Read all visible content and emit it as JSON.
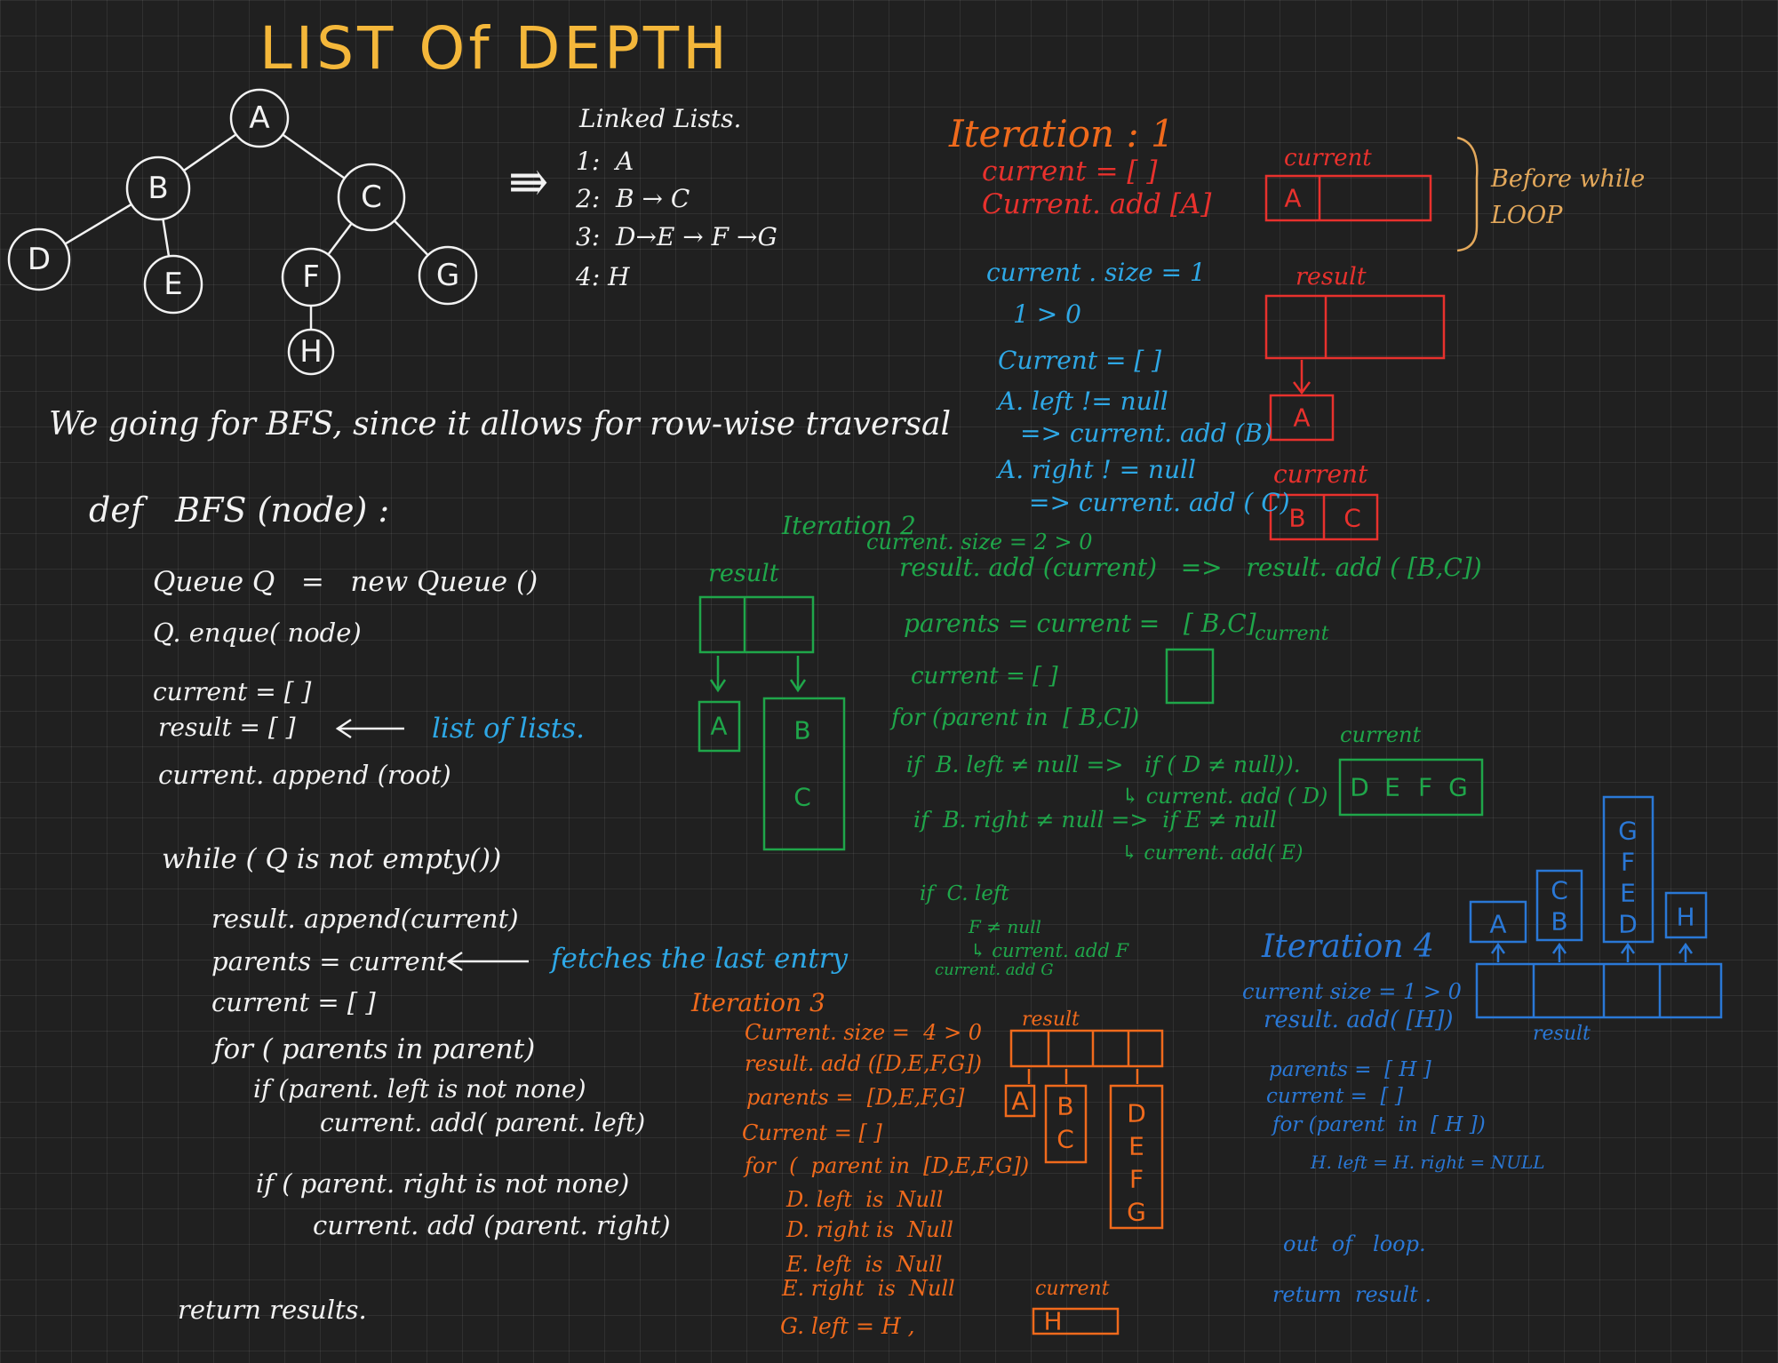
{
  "title": "LIST Of DEPTH",
  "tree": {
    "nodes": [
      "A",
      "B",
      "C",
      "D",
      "E",
      "F",
      "G",
      "H"
    ],
    "edges": [
      [
        "A",
        "B"
      ],
      [
        "A",
        "C"
      ],
      [
        "B",
        "D"
      ],
      [
        "B",
        "E"
      ],
      [
        "C",
        "F"
      ],
      [
        "C",
        "G"
      ],
      [
        "F",
        "H"
      ]
    ]
  },
  "arrow_glyph": "⇛",
  "linked_lists": {
    "heading": "Linked Lists.",
    "lines": [
      "1:  A",
      "2:  B → C",
      "3:  D→E → F →G",
      "4: H"
    ]
  },
  "intro": "We going for BFS, since it allows for row-wise traversal",
  "code": {
    "def_line": "def   BFS (node) :",
    "lines": [
      "Queue Q   =   new Queue ()",
      "Q. enque( node)",
      "current = [ ]",
      "result = [ ]",
      "current. append (root)",
      "while ( Q is not empty())",
      "result. append(current)",
      "parents = current",
      "current = [ ]",
      "for ( parents in parent)",
      "if (parent. left is not none)",
      "current. add( parent. left)",
      "if ( parent. right is not none)",
      "current. add (parent. right)",
      "return results."
    ],
    "note_lists": "list of lists.",
    "note_last": "fetches the last entry"
  },
  "iteration1": {
    "heading": "Iteration : 1",
    "red_lines": [
      "current = [ ]",
      "Current. add [A]"
    ],
    "blue_lines": [
      "current . size = 1",
      "1 > 0",
      "Current = [ ]",
      "A. left != null",
      "=> current. add (B)",
      "A. right ! = null",
      "=> current. add ( C)"
    ],
    "label_current": "current",
    "label_result": "result",
    "before_loop": "Before while\nLOOP",
    "cells_first": [
      "A"
    ],
    "cells_second": [
      "B",
      "C"
    ]
  },
  "iteration2": {
    "heading": "Iteration 2",
    "lines": [
      "current. size = 2 > 0",
      "result. add (current)   =>   result. add ( [B,C])",
      "parents = current =   [ B,C]",
      "current = [ ]",
      "for (parent in  [ B,C])",
      "if  B. left ≠ null =>   if ( D ≠ null)).",
      "↳ current. add ( D)",
      "if  B. right ≠ null =>  if E ≠ null",
      "↳ current. add( E)",
      "if  C. left",
      "F ≠ null",
      "↳ current. add F",
      "current. add G"
    ],
    "label_result": "result",
    "label_current": "current",
    "cells_current": [
      "D",
      "E",
      "F",
      "G"
    ],
    "list_a": [
      "A"
    ],
    "list_bc": [
      "B",
      "C"
    ]
  },
  "iteration3": {
    "heading": "Iteration 3",
    "lines": [
      "Current. size =  4 > 0",
      "result. add ([D,E,F,G])",
      "parents =  [D,E,F,G]",
      "Current = [ ]",
      "for  (  parent in  [D,E,F,G])",
      "D. left  is  Null",
      "D. right is  Null",
      "E. left  is  Null",
      "E. right  is  Null",
      "G. left = H ,"
    ],
    "label_result": "result",
    "label_current": "current",
    "cells_h": [
      "H"
    ],
    "list_a": [
      "A"
    ],
    "list_bc": [
      "B",
      "C"
    ],
    "list_defg": [
      "D",
      "E",
      "F",
      "G"
    ]
  },
  "iteration4": {
    "heading": "Iteration 4",
    "lines": [
      "current size = 1 > 0",
      "result. add( [H])",
      "parents =  [ H ]",
      "current =  [ ]",
      "for (parent  in  [ H ])",
      "H. left = H. right = NULL",
      "out  of   loop.",
      "return  result ."
    ],
    "label_result": "result",
    "stacks": [
      [
        "A"
      ],
      [
        "C",
        "B"
      ],
      [
        "G",
        "F",
        "E",
        "D"
      ],
      [
        "H"
      ]
    ]
  },
  "colors": {
    "background": "#202020",
    "white": "#f2f2f2",
    "yellow": "#f4b73a",
    "red": "#e8312d",
    "cyan": "#2ea8e6",
    "green": "#1fa64a",
    "orange": "#f06a1c",
    "blue": "#2a78d6",
    "tan": "#e3a85b"
  }
}
